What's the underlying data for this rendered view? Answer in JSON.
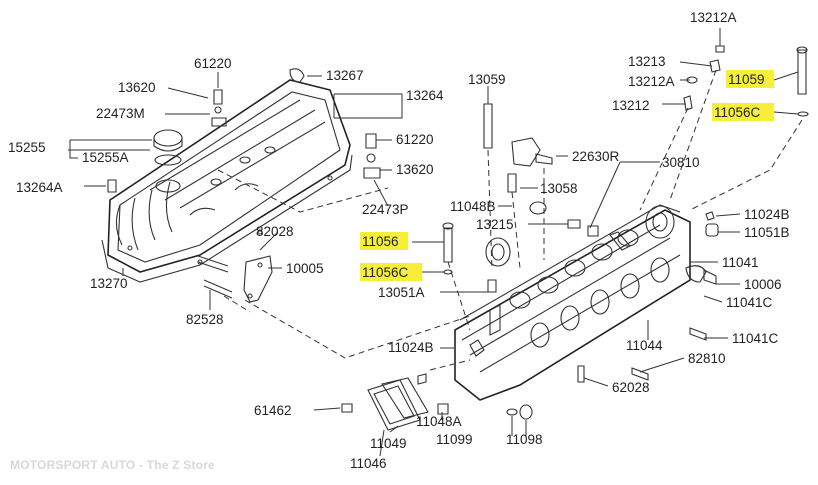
{
  "watermark": "MOTORSPORT AUTO - The Z Store",
  "highlight_color": "#f5ef3a",
  "labels": {
    "p13212A_top": "13212A",
    "p61220_top": "61220",
    "p13267": "13267",
    "p13620_top": "13620",
    "p13264": "13264",
    "p22473M": "22473M",
    "p15255": "15255",
    "p15255A": "15255A",
    "p13264A": "13264A",
    "p13270": "13270",
    "p13213": "13213",
    "p13212A_mid": "13212A",
    "p13212": "13212",
    "p11059": "11059",
    "p11056C_top": "11056C",
    "p13059": "13059",
    "p61220_mid": "61220",
    "p13620_mid": "13620",
    "p22630R": "22630R",
    "p30810": "30810",
    "p13058": "13058",
    "p11048B": "11048B",
    "p13215": "13215",
    "p22473P": "22473P",
    "p82028": "82028",
    "p10005": "10005",
    "p11056": "11056",
    "p11056C_mid": "11056C",
    "p13051A": "13051A",
    "p82528": "82528",
    "p11024B_right": "11024B",
    "p11051B": "11051B",
    "p11041": "11041",
    "p10006": "10006",
    "p11041C_a": "11041C",
    "p11041C_b": "11041C",
    "p11044": "11044",
    "p82810": "82810",
    "p62028": "62028",
    "p11024B_left": "11024B",
    "p61462": "61462",
    "p11048A": "11048A",
    "p11049": "11049",
    "p11099": "11099",
    "p11098": "11098",
    "p11046": "11046"
  }
}
